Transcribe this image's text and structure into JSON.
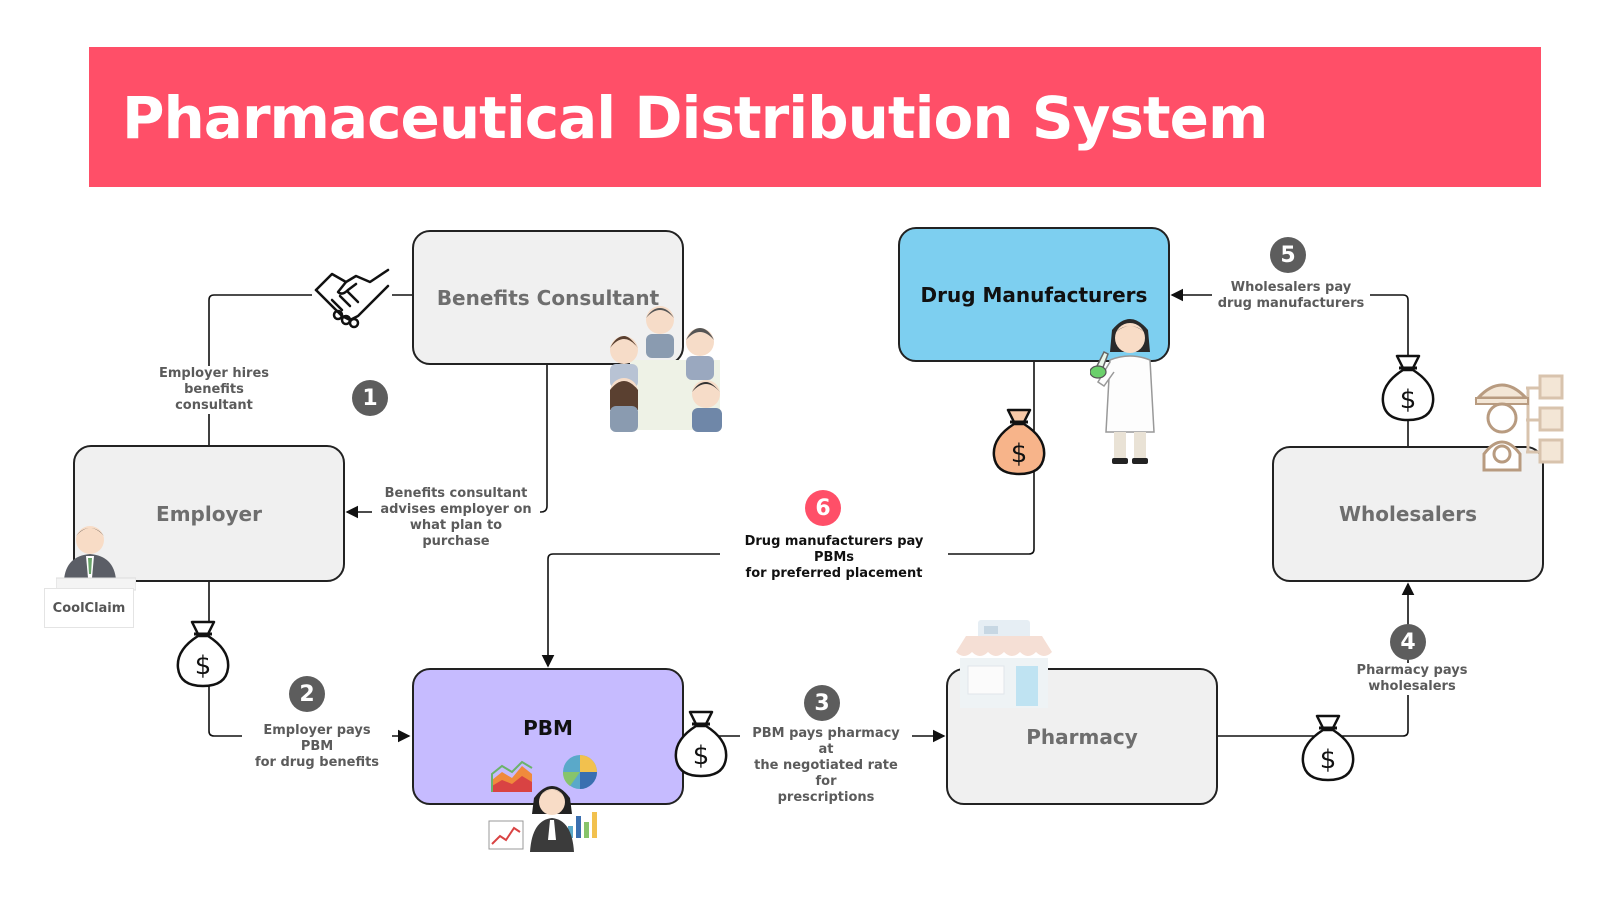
{
  "title": "Pharmaceutical Distribution System",
  "colors": {
    "banner": "#ff4f68",
    "box_gray": "#f0f0f0",
    "box_blue": "#7dcff0",
    "box_purple": "#c6bbff",
    "step_badge": "#5d5d5d",
    "step_badge_highlight": "#ff4f68"
  },
  "entities": {
    "benefits_consultant": "Benefits Consultant",
    "drug_manufacturers": "Drug Manufacturers",
    "employer": "Employer",
    "wholesalers": "Wholesalers",
    "pbm": "PBM",
    "pharmacy": "Pharmacy"
  },
  "logo": "CoolClaim",
  "steps": [
    {
      "number": "1",
      "text": "Employer hires\nbenefits consultant"
    },
    {
      "number": "1",
      "text": "Benefits consultant\nadvises employer on\nwhat plan to purchase"
    },
    {
      "number": "2",
      "text": "Employer pays PBM\nfor drug benefits"
    },
    {
      "number": "3",
      "text": "PBM pays pharmacy at\nthe negotiated rate for\nprescriptions"
    },
    {
      "number": "4",
      "text": "Pharmacy pays\nwholesalers"
    },
    {
      "number": "5",
      "text": "Wholesalers pay\ndrug manufacturers"
    },
    {
      "number": "6",
      "text": "Drug manufacturers pay PBMs\nfor preferred placement"
    }
  ],
  "icons": [
    "handshake-icon",
    "money-bag-icon",
    "meeting-people-icon",
    "scientist-icon",
    "worker-icon",
    "store-icon",
    "charts-icon",
    "businessman-icon"
  ]
}
